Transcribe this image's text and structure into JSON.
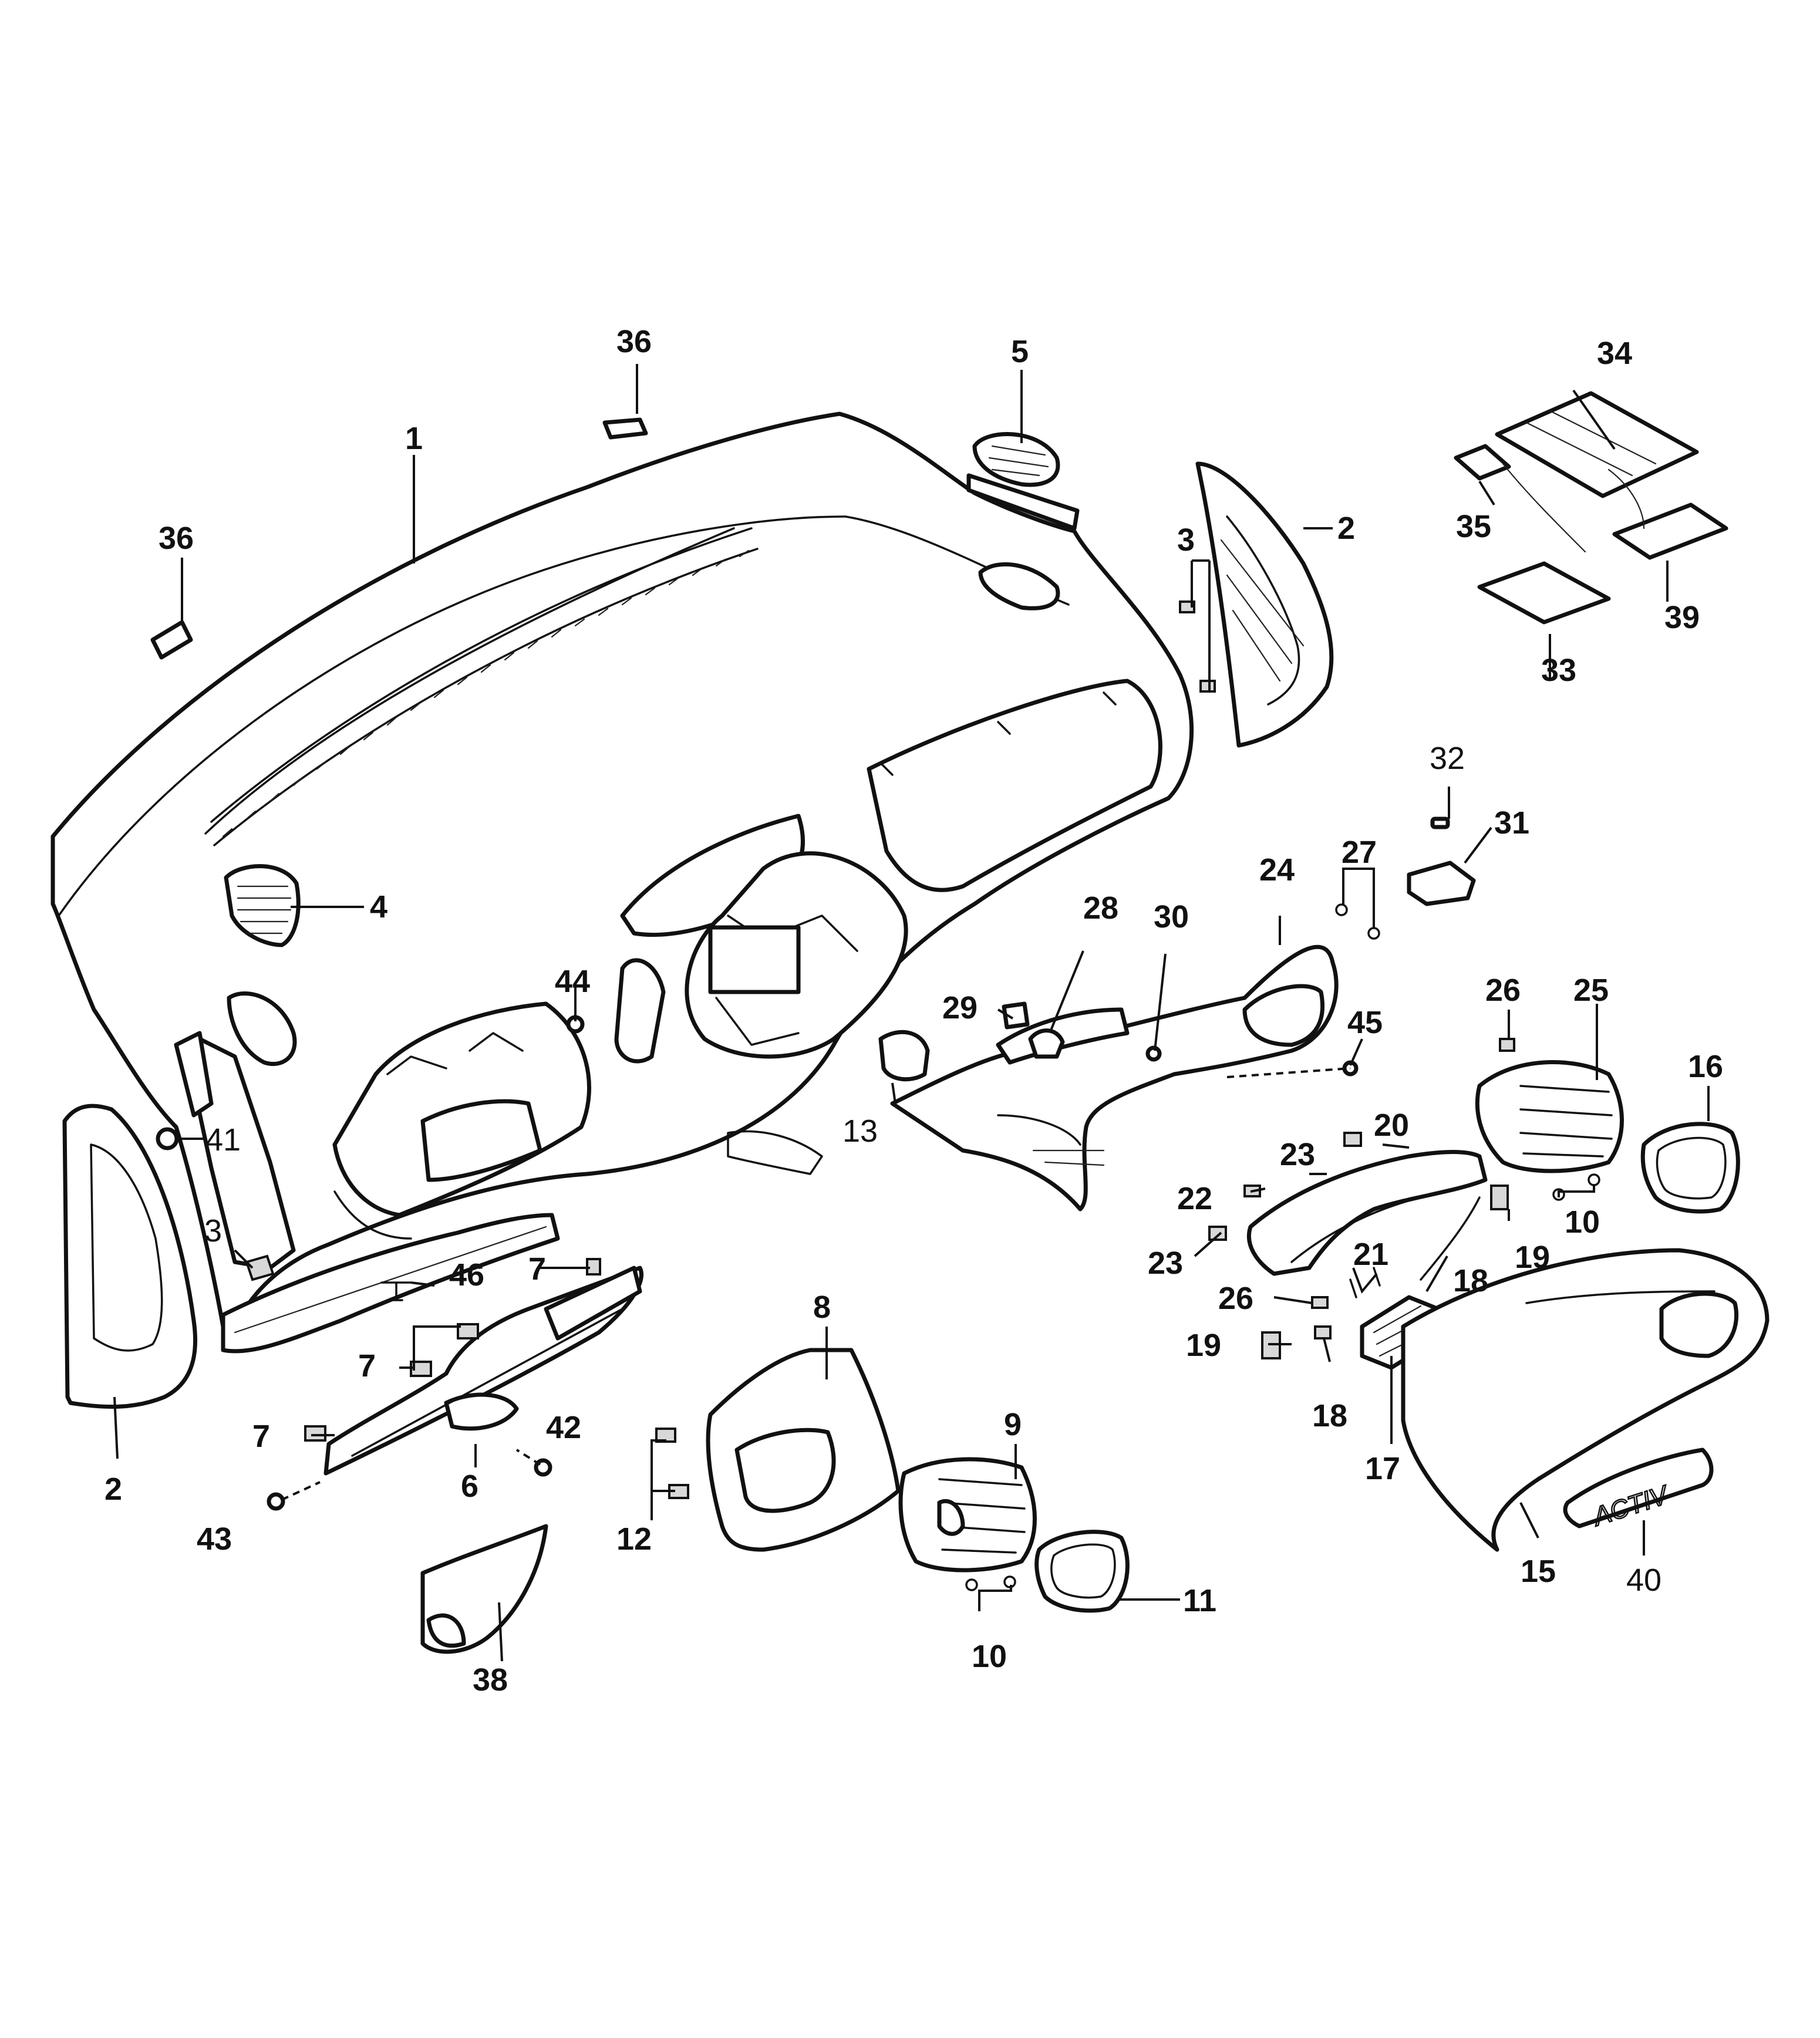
{
  "diagram": {
    "callouts": [
      {
        "id": "c1",
        "text": "1",
        "bold": true
      },
      {
        "id": "c2a",
        "text": "2",
        "bold": true
      },
      {
        "id": "c2b",
        "text": "2",
        "bold": true
      },
      {
        "id": "c3a",
        "text": "3",
        "bold": true
      },
      {
        "id": "c3b",
        "text": "3",
        "bold": false
      },
      {
        "id": "c4",
        "text": "4",
        "bold": true
      },
      {
        "id": "c5",
        "text": "5",
        "bold": true
      },
      {
        "id": "c6",
        "text": "6",
        "bold": true
      },
      {
        "id": "c7a",
        "text": "7",
        "bold": true
      },
      {
        "id": "c7b",
        "text": "7",
        "bold": true
      },
      {
        "id": "c7c",
        "text": "7",
        "bold": true
      },
      {
        "id": "c8",
        "text": "8",
        "bold": true
      },
      {
        "id": "c9",
        "text": "9",
        "bold": true
      },
      {
        "id": "c10a",
        "text": "10",
        "bold": true
      },
      {
        "id": "c10b",
        "text": "10",
        "bold": true
      },
      {
        "id": "c11",
        "text": "11",
        "bold": true
      },
      {
        "id": "c12",
        "text": "12",
        "bold": true
      },
      {
        "id": "c13",
        "text": "13",
        "bold": false
      },
      {
        "id": "c15",
        "text": "15",
        "bold": true
      },
      {
        "id": "c16",
        "text": "16",
        "bold": true
      },
      {
        "id": "c17",
        "text": "17",
        "bold": true
      },
      {
        "id": "c18a",
        "text": "18",
        "bold": true
      },
      {
        "id": "c18b",
        "text": "18",
        "bold": true
      },
      {
        "id": "c19a",
        "text": "19",
        "bold": true
      },
      {
        "id": "c19b",
        "text": "19",
        "bold": true
      },
      {
        "id": "c20",
        "text": "20",
        "bold": true
      },
      {
        "id": "c21",
        "text": "21",
        "bold": true
      },
      {
        "id": "c22",
        "text": "22",
        "bold": true
      },
      {
        "id": "c23a",
        "text": "23",
        "bold": true
      },
      {
        "id": "c23b",
        "text": "23",
        "bold": true
      },
      {
        "id": "c24",
        "text": "24",
        "bold": true
      },
      {
        "id": "c25",
        "text": "25",
        "bold": true
      },
      {
        "id": "c26a",
        "text": "26",
        "bold": true
      },
      {
        "id": "c26b",
        "text": "26",
        "bold": true
      },
      {
        "id": "c27",
        "text": "27",
        "bold": true
      },
      {
        "id": "c28",
        "text": "28",
        "bold": true
      },
      {
        "id": "c29",
        "text": "29",
        "bold": true
      },
      {
        "id": "c30",
        "text": "30",
        "bold": true
      },
      {
        "id": "c31",
        "text": "31",
        "bold": true
      },
      {
        "id": "c32",
        "text": "32",
        "bold": false
      },
      {
        "id": "c33",
        "text": "33",
        "bold": true
      },
      {
        "id": "c34",
        "text": "34",
        "bold": true
      },
      {
        "id": "c35",
        "text": "35",
        "bold": true
      },
      {
        "id": "c36a",
        "text": "36",
        "bold": true
      },
      {
        "id": "c36b",
        "text": "36",
        "bold": true
      },
      {
        "id": "c38",
        "text": "38",
        "bold": true
      },
      {
        "id": "c39",
        "text": "39",
        "bold": true
      },
      {
        "id": "c40",
        "text": "40",
        "bold": false
      },
      {
        "id": "c41",
        "text": "41",
        "bold": false
      },
      {
        "id": "c42",
        "text": "42",
        "bold": true
      },
      {
        "id": "c43",
        "text": "43",
        "bold": true
      },
      {
        "id": "c44",
        "text": "44",
        "bold": true
      },
      {
        "id": "c45",
        "text": "45",
        "bold": true
      },
      {
        "id": "c46",
        "text": "46",
        "bold": true
      }
    ],
    "badge_text": "ACTIV"
  }
}
